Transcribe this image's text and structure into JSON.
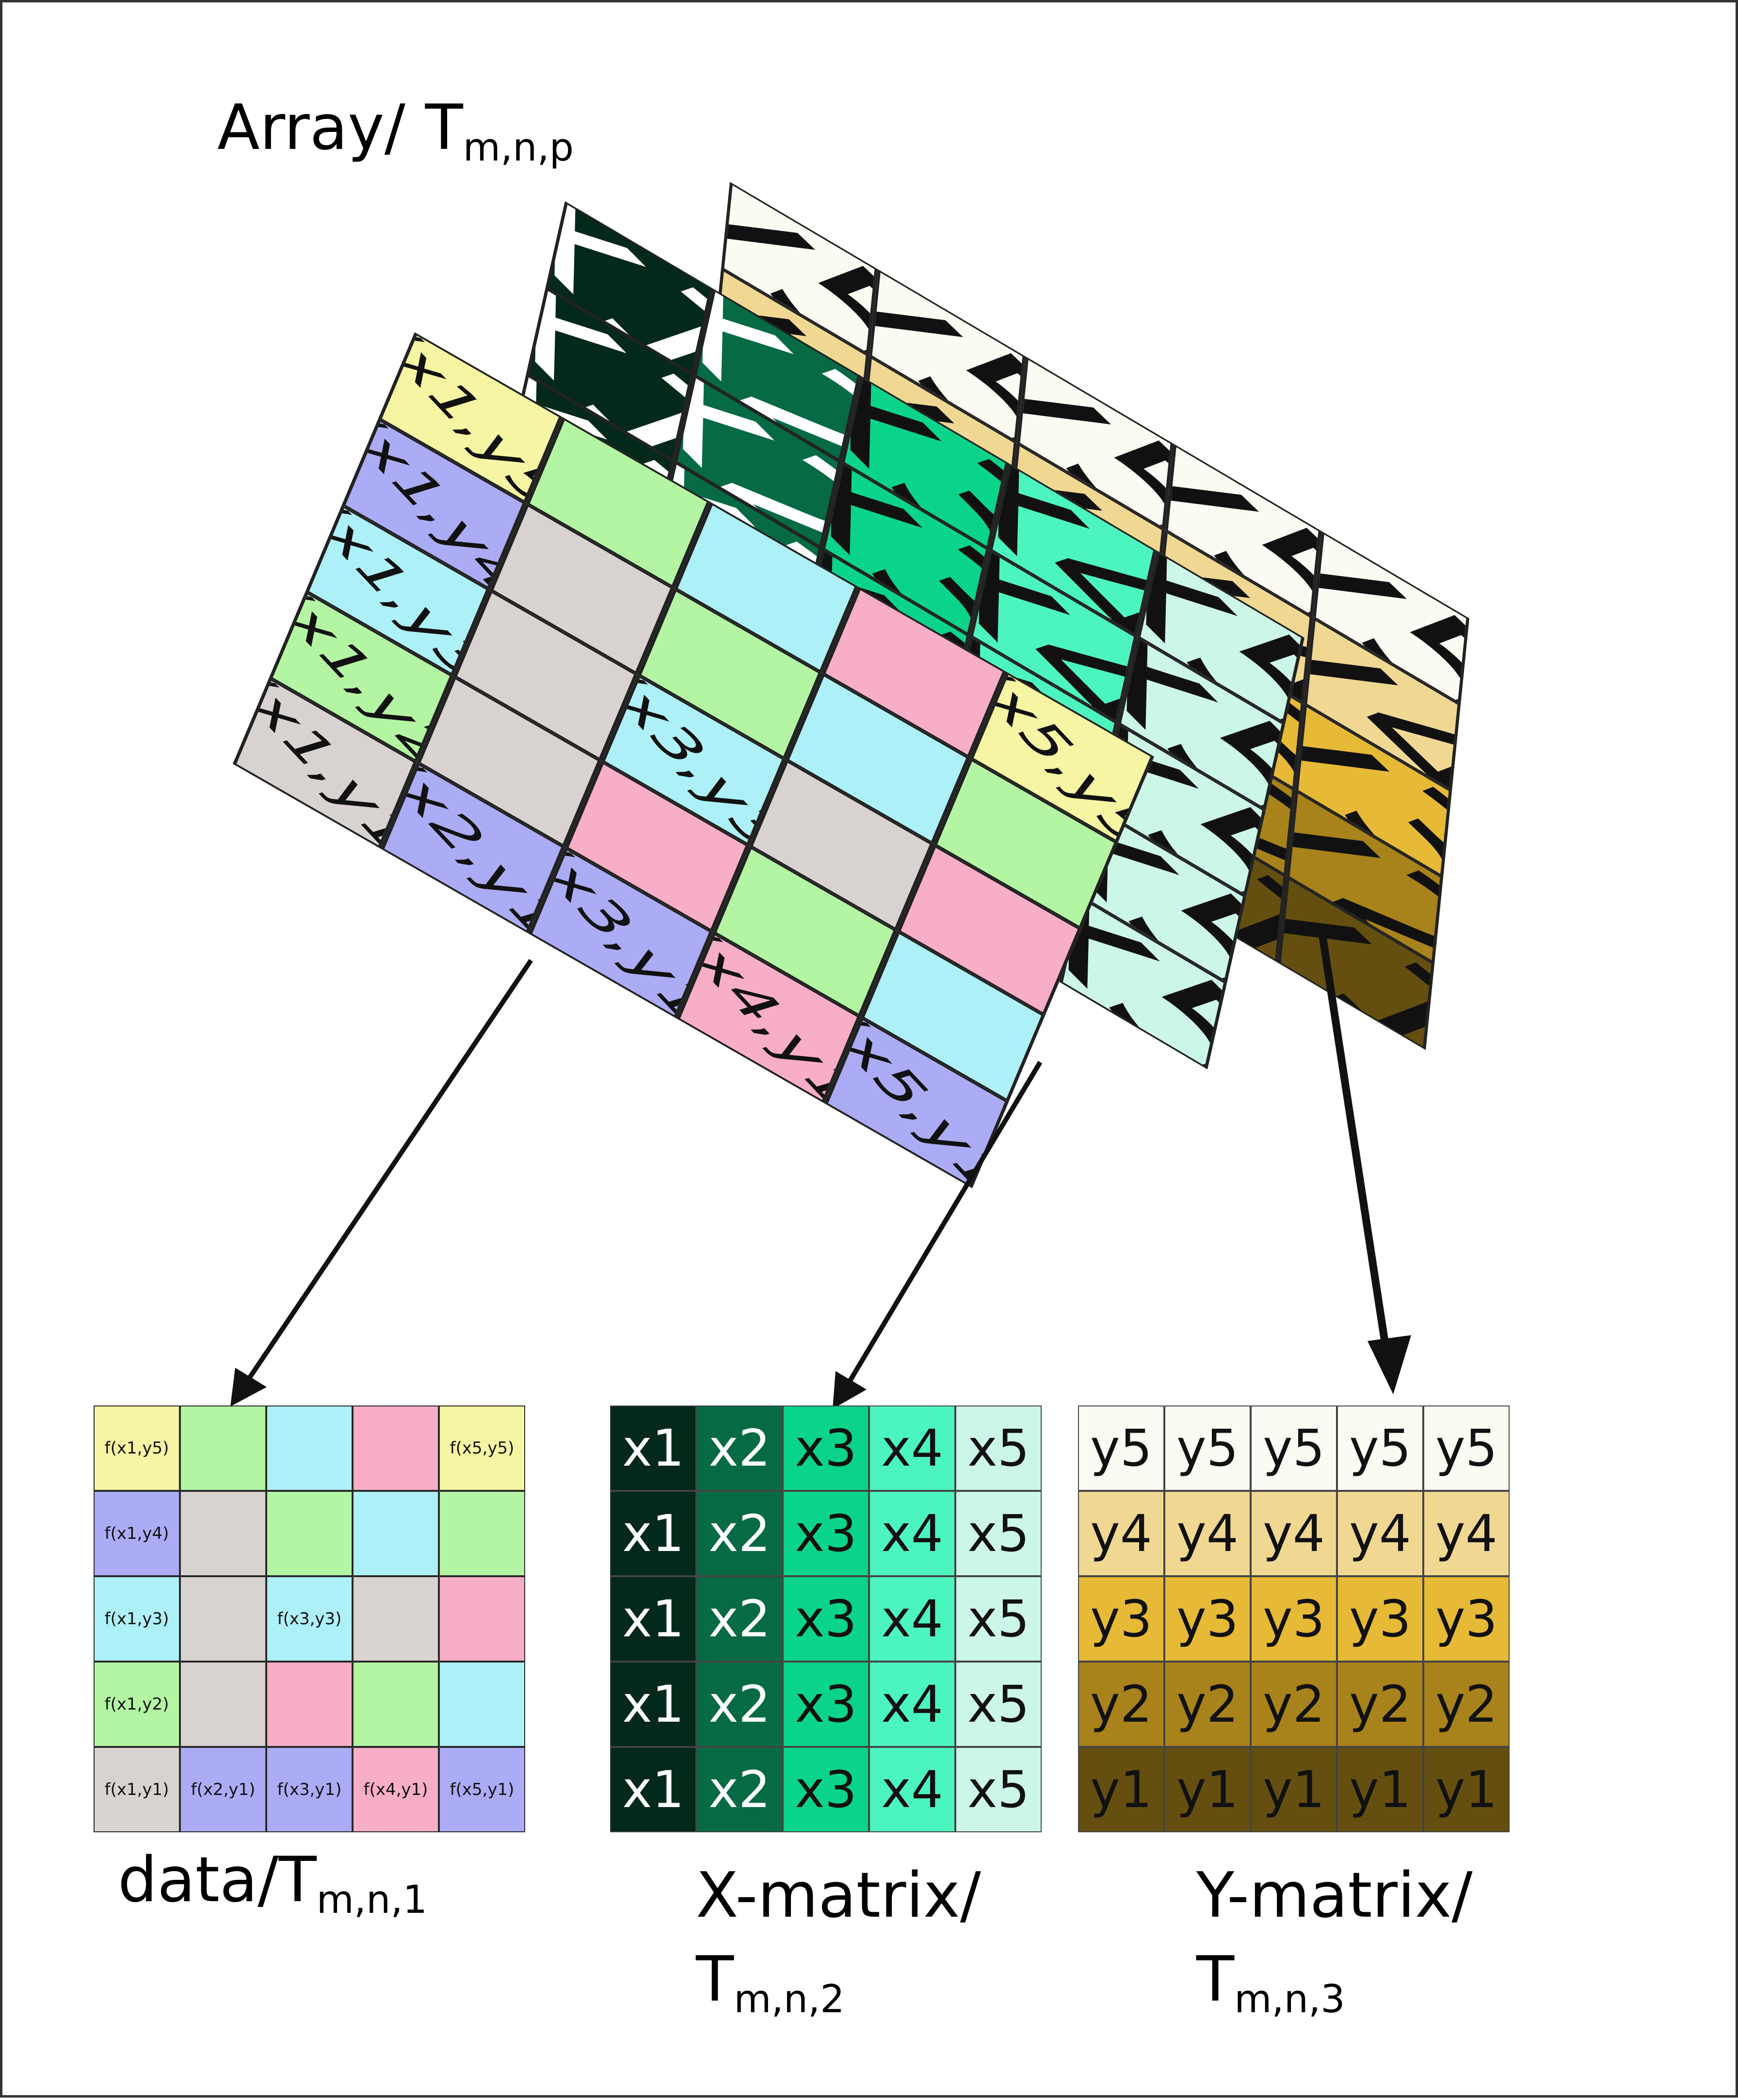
{
  "top_title": {
    "main": "Array/ T",
    "sub": "m,n,p"
  },
  "data_label": {
    "main": "data/T",
    "sub": "m,n,1"
  },
  "x_label": {
    "line1": "X-matrix/",
    "main": "T",
    "sub": "m,n,2"
  },
  "y_label": {
    "line1": "Y-matrix/",
    "main": "T",
    "sub": "m,n,3"
  },
  "colors": {
    "yellow": "#f5f5a3",
    "green": "#b3f5a3",
    "cyan": "#aef0f7",
    "pink": "#f7aec6",
    "gray": "#d8d3d0",
    "purple": "#acabf5",
    "x1": "#02291a",
    "x2": "#066b45",
    "x3": "#0ad48a",
    "x4": "#4cf5bf",
    "x5": "#ccf7e7",
    "y5": "#fbfaf3",
    "y4": "#f0d893",
    "y3": "#e6b936",
    "y2": "#a8821a",
    "y1": "#654f10"
  },
  "data_matrix": [
    [
      {
        "t": "f(x1,y5)",
        "c": "yellow"
      },
      {
        "t": "",
        "c": "green"
      },
      {
        "t": "",
        "c": "cyan"
      },
      {
        "t": "",
        "c": "pink"
      },
      {
        "t": "f(x5,y5)",
        "c": "yellow"
      }
    ],
    [
      {
        "t": "f(x1,y4)",
        "c": "purple"
      },
      {
        "t": "",
        "c": "gray"
      },
      {
        "t": "",
        "c": "green"
      },
      {
        "t": "",
        "c": "cyan"
      },
      {
        "t": "",
        "c": "green"
      }
    ],
    [
      {
        "t": "f(x1,y3)",
        "c": "cyan"
      },
      {
        "t": "",
        "c": "gray"
      },
      {
        "t": "f(x3,y3)",
        "c": "cyan"
      },
      {
        "t": "",
        "c": "gray"
      },
      {
        "t": "",
        "c": "pink"
      }
    ],
    [
      {
        "t": "f(x1,y2)",
        "c": "green"
      },
      {
        "t": "",
        "c": "gray"
      },
      {
        "t": "",
        "c": "pink"
      },
      {
        "t": "",
        "c": "green"
      },
      {
        "t": "",
        "c": "cyan"
      }
    ],
    [
      {
        "t": "f(x1,y1)",
        "c": "gray"
      },
      {
        "t": "f(x2,y1)",
        "c": "purple"
      },
      {
        "t": "f(x3,y1)",
        "c": "purple"
      },
      {
        "t": "f(x4,y1)",
        "c": "pink"
      },
      {
        "t": "f(x5,y1)",
        "c": "purple"
      }
    ]
  ],
  "x_matrix": {
    "cols": [
      {
        "t": "x1",
        "c": "x1",
        "fg": "#ffffff"
      },
      {
        "t": "x2",
        "c": "x2",
        "fg": "#ffffff"
      },
      {
        "t": "x3",
        "c": "x3",
        "fg": "#111111"
      },
      {
        "t": "x4",
        "c": "x4",
        "fg": "#111111"
      },
      {
        "t": "x5",
        "c": "x5",
        "fg": "#111111"
      }
    ]
  },
  "y_matrix": {
    "rows": [
      {
        "t": "y5",
        "c": "y5",
        "fg": "#111111"
      },
      {
        "t": "y4",
        "c": "y4",
        "fg": "#111111"
      },
      {
        "t": "y3",
        "c": "y3",
        "fg": "#111111"
      },
      {
        "t": "y2",
        "c": "y2",
        "fg": "#111111"
      },
      {
        "t": "y1",
        "c": "y1",
        "fg": "#111111"
      }
    ]
  }
}
